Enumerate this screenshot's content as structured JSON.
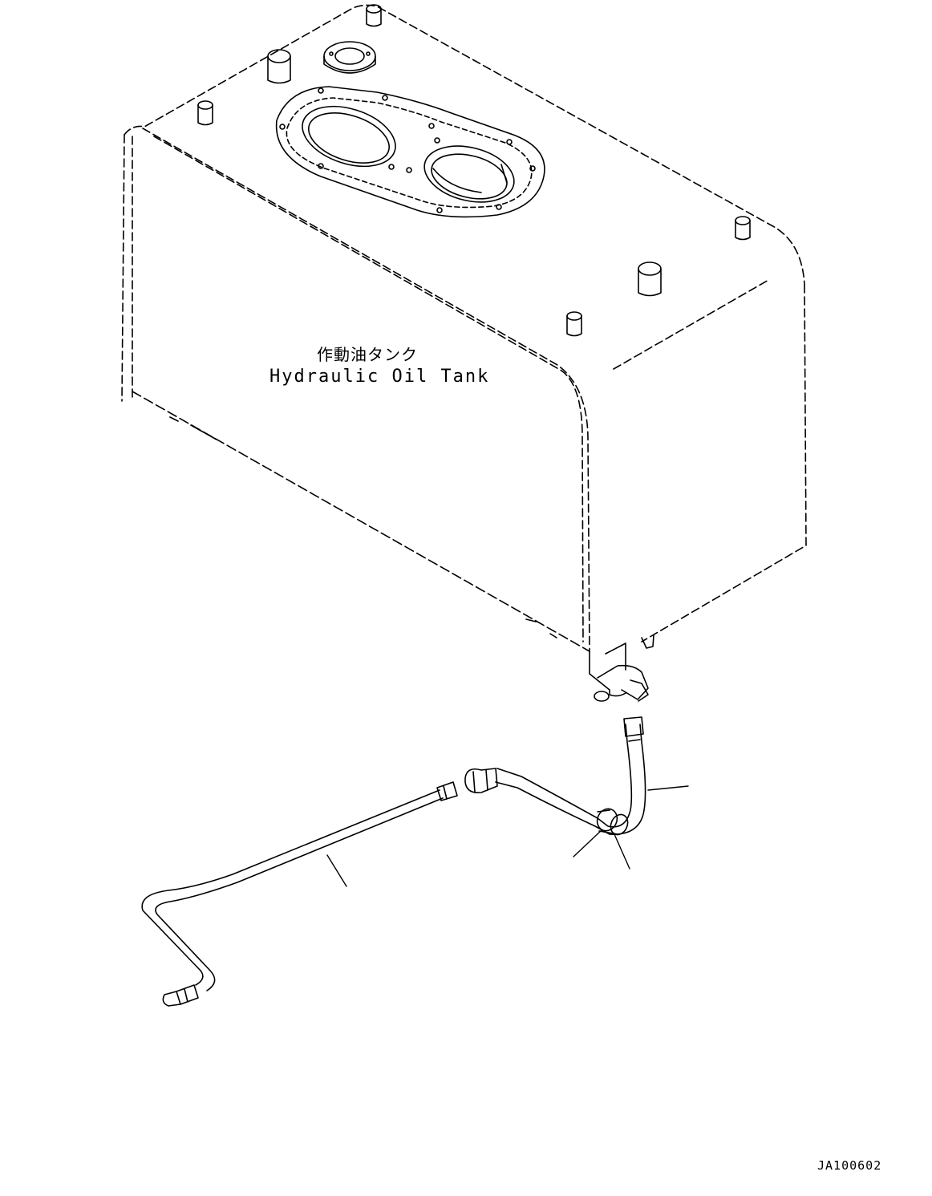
{
  "drawing": {
    "label_ja": "作動油タンク",
    "label_en": "Hydraulic Oil Tank",
    "drawing_number": "JA100602"
  },
  "colors": {
    "line": "#000000",
    "background": "#ffffff"
  },
  "parts": [
    "hydraulic-oil-tank",
    "tube",
    "hose",
    "clamp"
  ]
}
